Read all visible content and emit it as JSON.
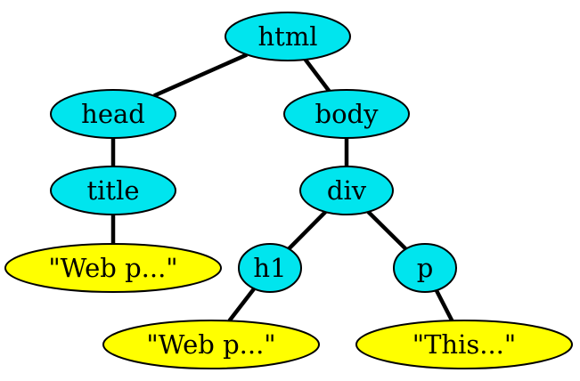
{
  "colors": {
    "element_fill": "#00e5ee",
    "text_fill": "#ffff00",
    "stroke": "#000000"
  },
  "nodes": [
    {
      "id": "html",
      "label": "html",
      "kind": "element"
    },
    {
      "id": "head",
      "label": "head",
      "kind": "element"
    },
    {
      "id": "body",
      "label": "body",
      "kind": "element"
    },
    {
      "id": "title",
      "label": "title",
      "kind": "element"
    },
    {
      "id": "div",
      "label": "div",
      "kind": "element"
    },
    {
      "id": "t1",
      "label": "\"Web p...\"",
      "kind": "text"
    },
    {
      "id": "h1",
      "label": "h1",
      "kind": "element"
    },
    {
      "id": "p",
      "label": "p",
      "kind": "element"
    },
    {
      "id": "t2",
      "label": "\"Web p...\"",
      "kind": "text"
    },
    {
      "id": "t3",
      "label": "\"This...\"",
      "kind": "text"
    }
  ],
  "edges": [
    {
      "from": "html",
      "to": "head"
    },
    {
      "from": "html",
      "to": "body"
    },
    {
      "from": "head",
      "to": "title"
    },
    {
      "from": "title",
      "to": "t1"
    },
    {
      "from": "body",
      "to": "div"
    },
    {
      "from": "div",
      "to": "h1"
    },
    {
      "from": "div",
      "to": "p"
    },
    {
      "from": "h1",
      "to": "t2"
    },
    {
      "from": "p",
      "to": "t3"
    }
  ]
}
